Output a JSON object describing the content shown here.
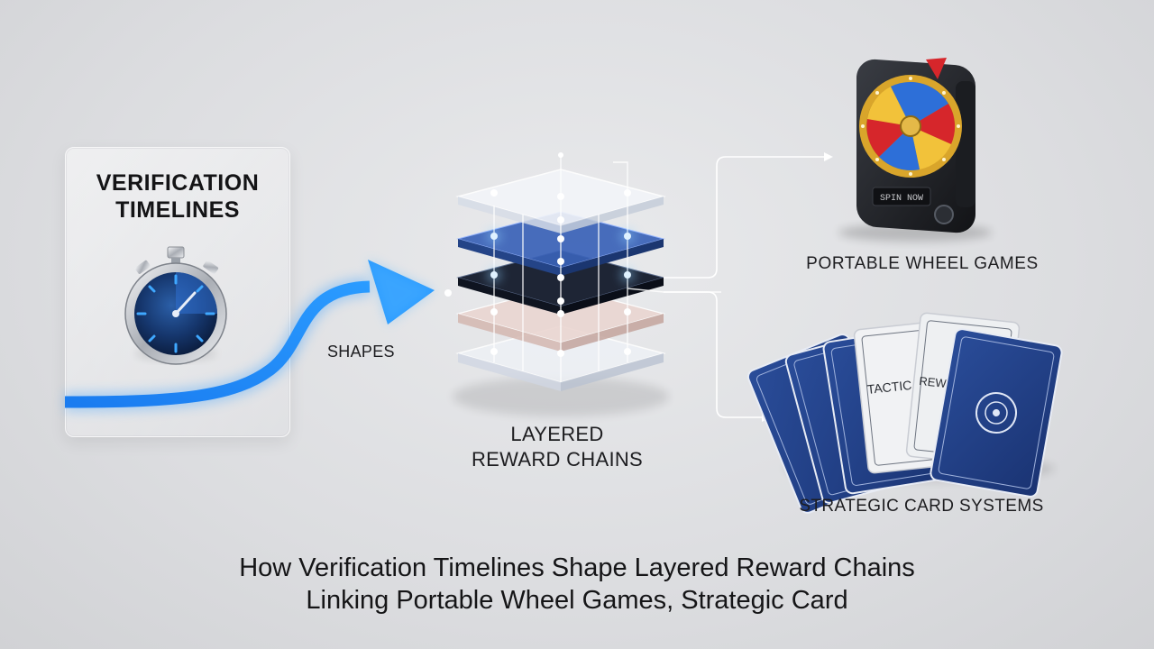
{
  "verification": {
    "title_line1": "VERIFICATION",
    "title_line2": "TIMELINES"
  },
  "connector": {
    "label": "SHAPES"
  },
  "stack": {
    "label_line1": "LAYERED",
    "label_line2": "REWARD CHAINS"
  },
  "wheel": {
    "label": "PORTABLE WHEEL GAMES",
    "screen_text": "SPIN NOW"
  },
  "cards": {
    "label": "STRATEGIC CARD SYSTEMS",
    "card_text_1": "TACTIC MOD",
    "card_text_2": "REWARD BOOS"
  },
  "caption": {
    "line1": "How Verification Timelines Shape Layered Reward Chains",
    "line2": "Linking Portable Wheel Games, Strategic Card"
  },
  "colors": {
    "accent_blue": "#1e90ff",
    "navy": "#1f3a7a",
    "gold": "#d9a52b",
    "wheel_red": "#d6262b"
  }
}
